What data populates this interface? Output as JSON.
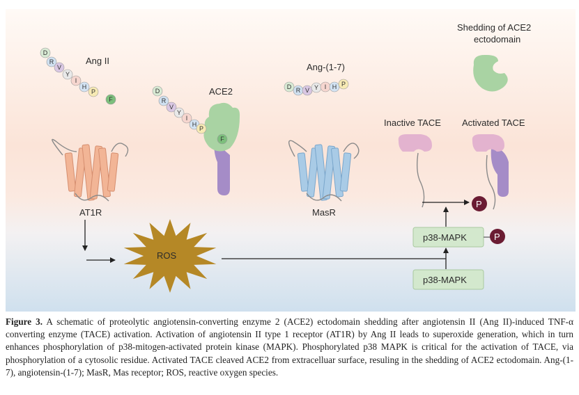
{
  "labels": {
    "ang2": "Ang II",
    "ace2": "ACE2",
    "ang17": "Ang-(1-7)",
    "shedding_line1": "Shedding of ACE2",
    "shedding_line2": "ectodomain",
    "inactive_tace": "Inactive TACE",
    "activated_tace": "Activated TACE",
    "at1r": "AT1R",
    "masr": "MasR",
    "ros": "ROS",
    "p38_top": "p38-MAPK",
    "p38_bottom": "p38-MAPK",
    "phospho": "P"
  },
  "peptides": {
    "ang2": [
      "D",
      "R",
      "V",
      "Y",
      "I",
      "H",
      "P",
      "F"
    ],
    "ace2_bound": [
      "D",
      "R",
      "V",
      "Y",
      "I",
      "H",
      "P",
      "F"
    ],
    "ang17": [
      "D",
      "R",
      "V",
      "Y",
      "I",
      "H",
      "P"
    ]
  },
  "residue_colors": {
    "D": "#d8ead4",
    "R": "#cfe0f0",
    "V": "#d9c7e3",
    "Y": "#e9e9e9",
    "I": "#f6d6cf",
    "H": "#d3e3f3",
    "P": "#f7eab4",
    "F": "#7cbf7c"
  },
  "colors": {
    "at1r": "#f2b596",
    "masr": "#a9cbe6",
    "ace2_ecto": "#a9d3a3",
    "stalk": "#a58cc7",
    "tace": "#e3b3cf",
    "ros": "#b58826",
    "p38_box": "#d3e8cd",
    "phospho": "#6b1c33"
  },
  "caption": {
    "lead": "Figure 3.",
    "text": "A schematic of proteolytic angiotensin-converting enzyme 2 (ACE2) ectodomain shedding after angiotensin II (Ang II)-induced TNF-α converting enzyme (TACE) activation. Activation of angiotensin II type 1 receptor (AT1R) by Ang II leads to superoxide generation, which in turn enhances phosphorylation of p38-mitogen-activated protein kinase (MAPK). Phosphorylated p38 MAPK is critical for the activation of TACE, via phosphorylation of a cytosolic residue. Activated TACE cleaved ACE2 from extracelluar surface, resuling in the shedding of ACE2 ectodomain. Ang-(1-7), angiotensin-(1-7); MasR, Mas receptor; ROS, reactive oxygen species."
  }
}
